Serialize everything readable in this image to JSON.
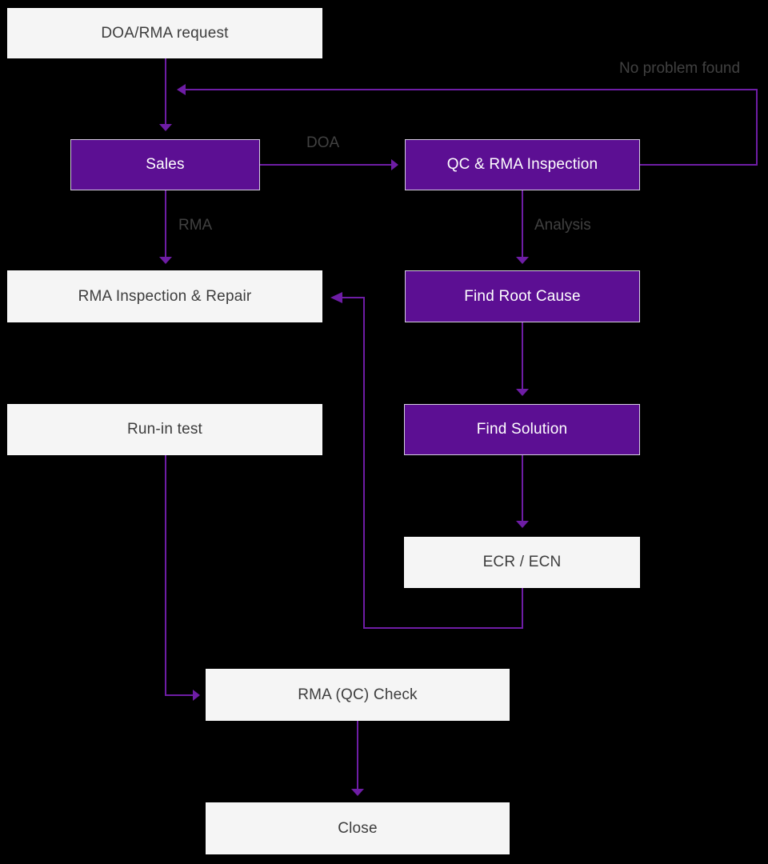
{
  "diagram_type": "flowchart",
  "nodes": {
    "doa_rma_request": {
      "label": "DOA/RMA request",
      "style": "light"
    },
    "sales": {
      "label": "Sales",
      "style": "purple"
    },
    "qc_rma_inspection": {
      "label": "QC & RMA Inspection",
      "style": "purple"
    },
    "rma_inspection_repair": {
      "label": "RMA Inspection & Repair",
      "style": "light"
    },
    "find_root_cause": {
      "label": "Find Root Cause",
      "style": "purple"
    },
    "run_in_test": {
      "label": "Run-in test",
      "style": "light"
    },
    "find_solution": {
      "label": "Find Solution",
      "style": "purple"
    },
    "ecr_ecn": {
      "label": "ECR / ECN",
      "style": "light"
    },
    "rma_qc_check": {
      "label": "RMA (QC) Check",
      "style": "light"
    },
    "close": {
      "label": "Close",
      "style": "light"
    }
  },
  "edge_labels": {
    "doa": "DOA",
    "rma": "RMA",
    "analysis": "Analysis",
    "no_problem_found": "No problem found"
  },
  "edges": [
    {
      "from": "doa_rma_request",
      "to": "sales",
      "label": ""
    },
    {
      "from": "sales",
      "to": "qc_rma_inspection",
      "label": "DOA"
    },
    {
      "from": "sales",
      "to": "rma_inspection_repair",
      "label": "RMA"
    },
    {
      "from": "qc_rma_inspection",
      "to": "find_root_cause",
      "label": "Analysis"
    },
    {
      "from": "qc_rma_inspection",
      "to": "doa_rma_request_arrow",
      "label": "No problem found"
    },
    {
      "from": "find_root_cause",
      "to": "find_solution",
      "label": ""
    },
    {
      "from": "find_solution",
      "to": "ecr_ecn",
      "label": ""
    },
    {
      "from": "ecr_ecn",
      "to": "rma_inspection_repair",
      "label": ""
    },
    {
      "from": "rma_inspection_repair",
      "to": "run_in_test",
      "label": ""
    },
    {
      "from": "run_in_test",
      "to": "rma_qc_check",
      "label": ""
    },
    {
      "from": "rma_qc_check",
      "to": "close",
      "label": ""
    }
  ],
  "colors": {
    "background": "#000000",
    "node_purple_fill": "#5c0f93",
    "node_purple_border": "#d5cde0",
    "node_purple_text": "#ffffff",
    "node_light_fill": "#f5f5f5",
    "node_light_border": "#fafafa",
    "node_light_text": "#3d3d3d",
    "connector": "#6e1da5",
    "edge_label_text": "#414141"
  }
}
